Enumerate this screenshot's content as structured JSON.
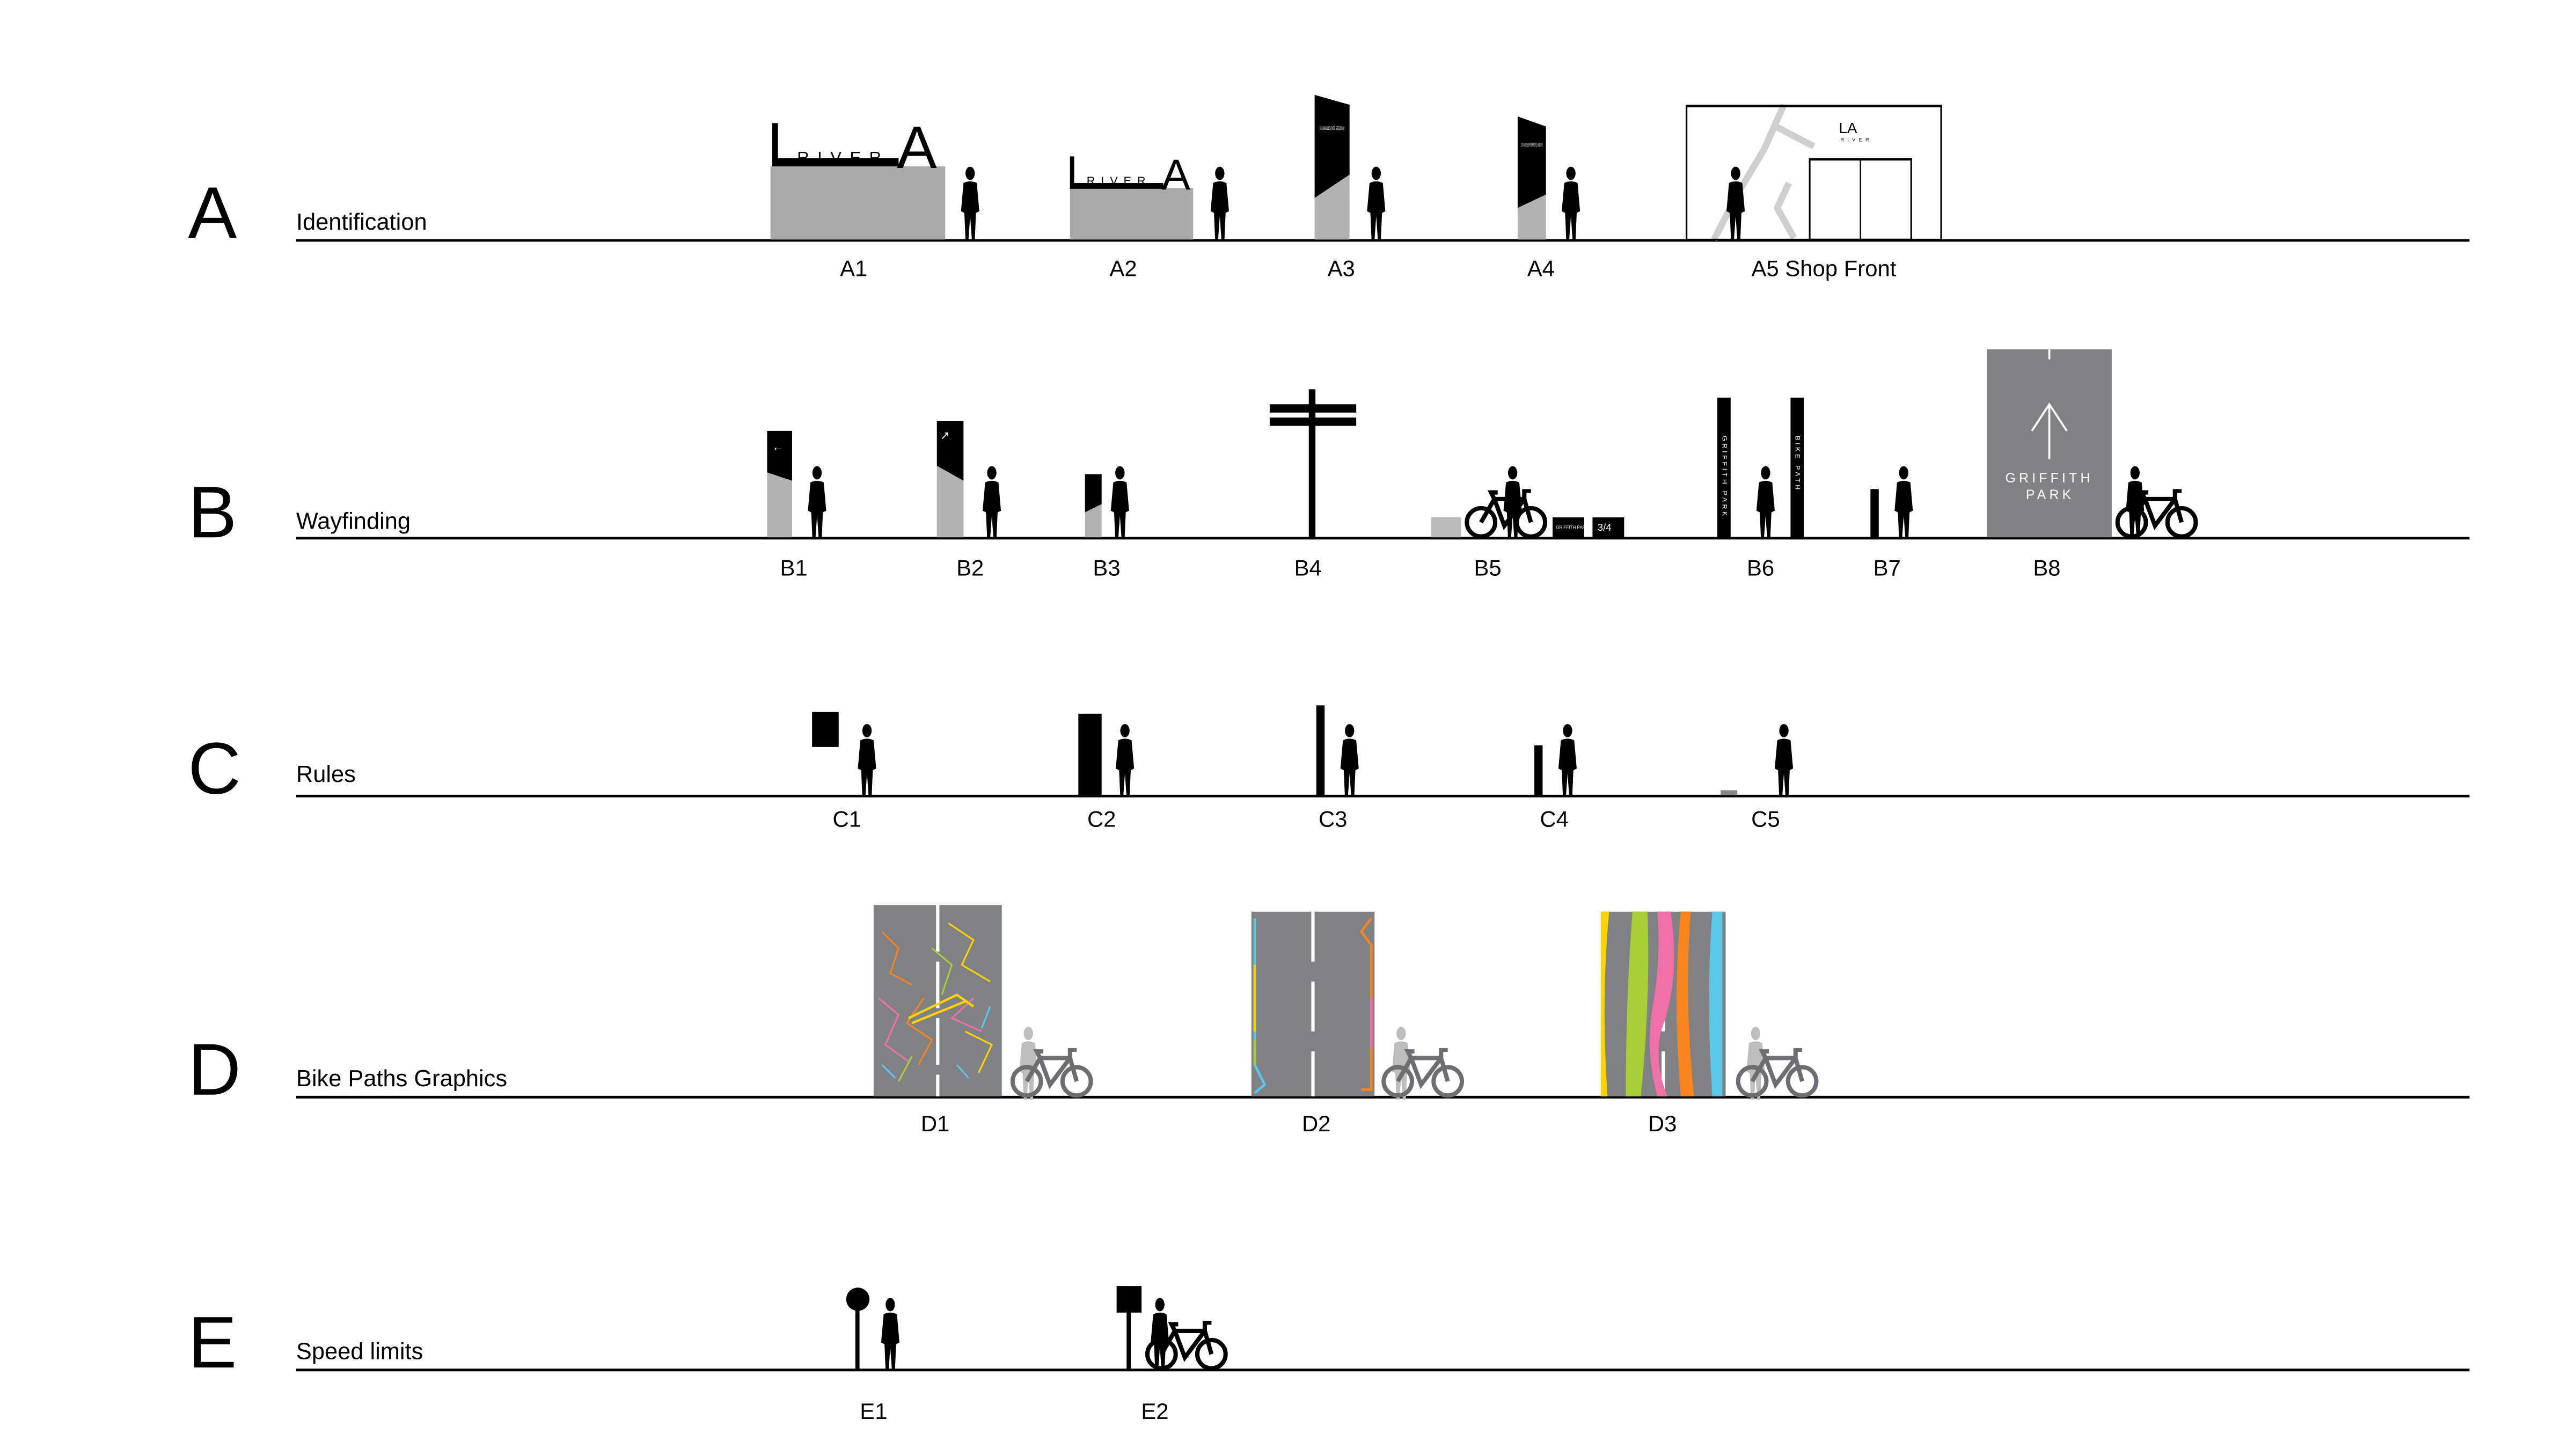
{
  "rows": [
    {
      "letter": "A",
      "category": "Identification",
      "items": [
        {
          "code": "A1"
        },
        {
          "code": "A2"
        },
        {
          "code": "A3"
        },
        {
          "code": "A4"
        },
        {
          "code": "A5 Shop Front"
        }
      ]
    },
    {
      "letter": "B",
      "category": "Wayfinding",
      "items": [
        {
          "code": "B1"
        },
        {
          "code": "B2"
        },
        {
          "code": "B3"
        },
        {
          "code": "B4"
        },
        {
          "code": "B5"
        },
        {
          "code": "B6"
        },
        {
          "code": "B7"
        },
        {
          "code": "B8"
        }
      ]
    },
    {
      "letter": "C",
      "category": "Rules",
      "items": [
        {
          "code": "C1"
        },
        {
          "code": "C2"
        },
        {
          "code": "C3"
        },
        {
          "code": "C4"
        },
        {
          "code": "C5"
        }
      ]
    },
    {
      "letter": "D",
      "category": "Bike Paths Graphics",
      "items": [
        {
          "code": "D1"
        },
        {
          "code": "D2"
        },
        {
          "code": "D3"
        }
      ]
    },
    {
      "letter": "E",
      "category": "Speed limits",
      "items": [
        {
          "code": "E1"
        },
        {
          "code": "E2"
        }
      ]
    }
  ],
  "signs": {
    "river_word": "RIVER",
    "la_logo_a": "A",
    "la_logo": "LA",
    "a3_text": "LOS ANGELES RIVER GREENWAY",
    "a4_text": "LOS ANGELES RIVER BOYLE HEIGHTS",
    "b5_box1": "GRIFFITH PARK",
    "b5_box2": "3/4",
    "b6_post1": "GRIFFITH PARK",
    "b6_post2": "BIKE PATH",
    "b8_line1": "GRIFFITH",
    "b8_line2": "PARK"
  },
  "colors": {
    "concrete": "#a9a9a9",
    "asphalt": "#808184",
    "yellow": "#ffd400",
    "green": "#a8cf38",
    "pink": "#f071a9",
    "orange": "#f7841f",
    "cyan": "#5bc8ea"
  }
}
